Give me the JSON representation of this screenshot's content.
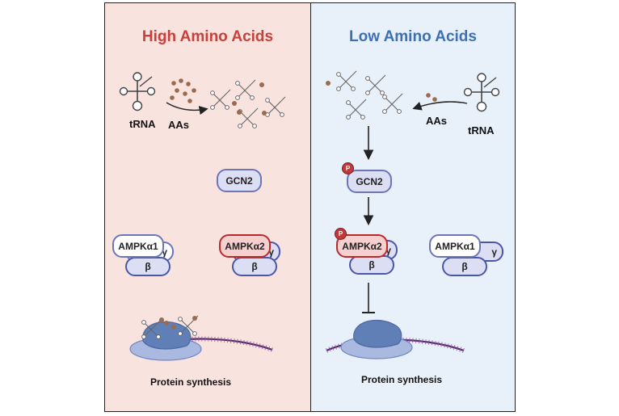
{
  "left": {
    "title": "High Amino Acids",
    "trna_label": "tRNA",
    "aa_label": "AAs",
    "gcn2": "GCN2",
    "ampk_a1": "AMPKα1",
    "ampk_a2": "AMPKα2",
    "gamma": "γ",
    "beta": "β",
    "output": "Protein synthesis"
  },
  "right": {
    "title": "Low Amino Acids",
    "trna_label": "tRNA",
    "aa_label": "AAs",
    "phospho": "P",
    "gcn2": "GCN2",
    "ampk_a1": "AMPKα1",
    "ampk_a2": "AMPKα2",
    "gamma": "γ",
    "beta": "β",
    "output": "Protein synthesis"
  },
  "colors": {
    "high_panel_bg": "#f8e3df",
    "low_panel_bg": "#e8f0fa",
    "high_title": "#c8403b",
    "low_title": "#3d6fb3",
    "phospho": "#c0393b",
    "amino_acid": "#9b6a4f",
    "ribosome": "#5f7fb6",
    "mrna": "#5b2a6e"
  }
}
